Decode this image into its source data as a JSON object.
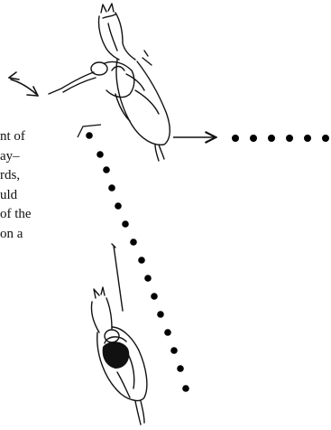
{
  "text_fragment": {
    "lines": [
      "nt of",
      "ay–",
      "rds,",
      "uld",
      "of the",
      "on a"
    ]
  },
  "colors": {
    "ink": "#111111",
    "dots": "#000000",
    "background": "#ffffff"
  },
  "icons": [
    "horse-and-rider-top-left-icon",
    "horse-and-rider-bottom-icon",
    "double-headed-arrow-icon",
    "right-arrow-icon"
  ]
}
